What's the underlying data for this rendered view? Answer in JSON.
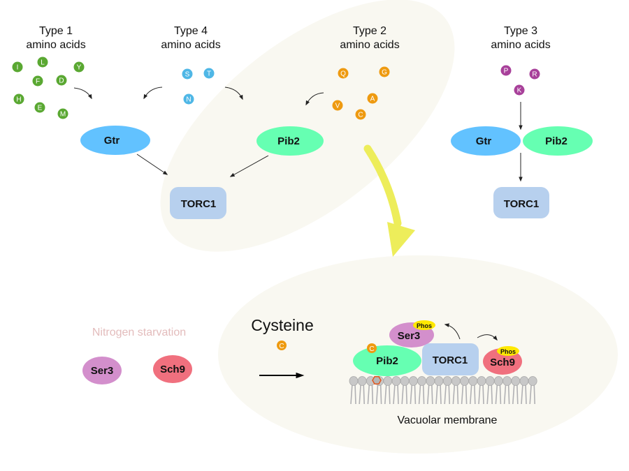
{
  "colors": {
    "background": "#ffffff",
    "highlight_ellipse": "#f9f8f1",
    "type1": "#5aa832",
    "type4": "#4fb7e6",
    "type2": "#ee9a10",
    "type3": "#a8409a",
    "gtr": "#62c2ff",
    "pib2": "#66ffb2",
    "torc1": "#b7d0ee",
    "ser3": "#d38fcc",
    "sch9": "#f0707e",
    "phos": "#ffe800",
    "yellow_arrow": "#eded5a",
    "lipid": "#c8c8c8",
    "nitrogen_text": "#e3bcbc",
    "cys_marker": "#e2571c"
  },
  "groups": [
    {
      "id": "type1",
      "line1": "Type 1",
      "line2": "amino acids",
      "residues": [
        "I",
        "L",
        "Y",
        "F",
        "D",
        "H",
        "E",
        "M"
      ]
    },
    {
      "id": "type4",
      "line1": "Type 4",
      "line2": "amino acids",
      "residues": [
        "S",
        "T",
        "N"
      ]
    },
    {
      "id": "type2",
      "line1": "Type 2",
      "line2": "amino acids",
      "residues": [
        "Q",
        "G",
        "V",
        "A",
        "C"
      ]
    },
    {
      "id": "type3",
      "line1": "Type 3",
      "line2": "amino acids",
      "residues": [
        "P",
        "R",
        "K"
      ]
    }
  ],
  "proteins": {
    "gtr": "Gtr",
    "pib2": "Pib2",
    "torc1": "TORC1",
    "ser3": "Ser3",
    "sch9": "Sch9",
    "phos": "Phos"
  },
  "bottom": {
    "nitrogen_starvation": "Nitrogen starvation",
    "cysteine": "Cysteine",
    "cysteine_residue": "C",
    "membrane_label": "Vacuolar membrane"
  }
}
